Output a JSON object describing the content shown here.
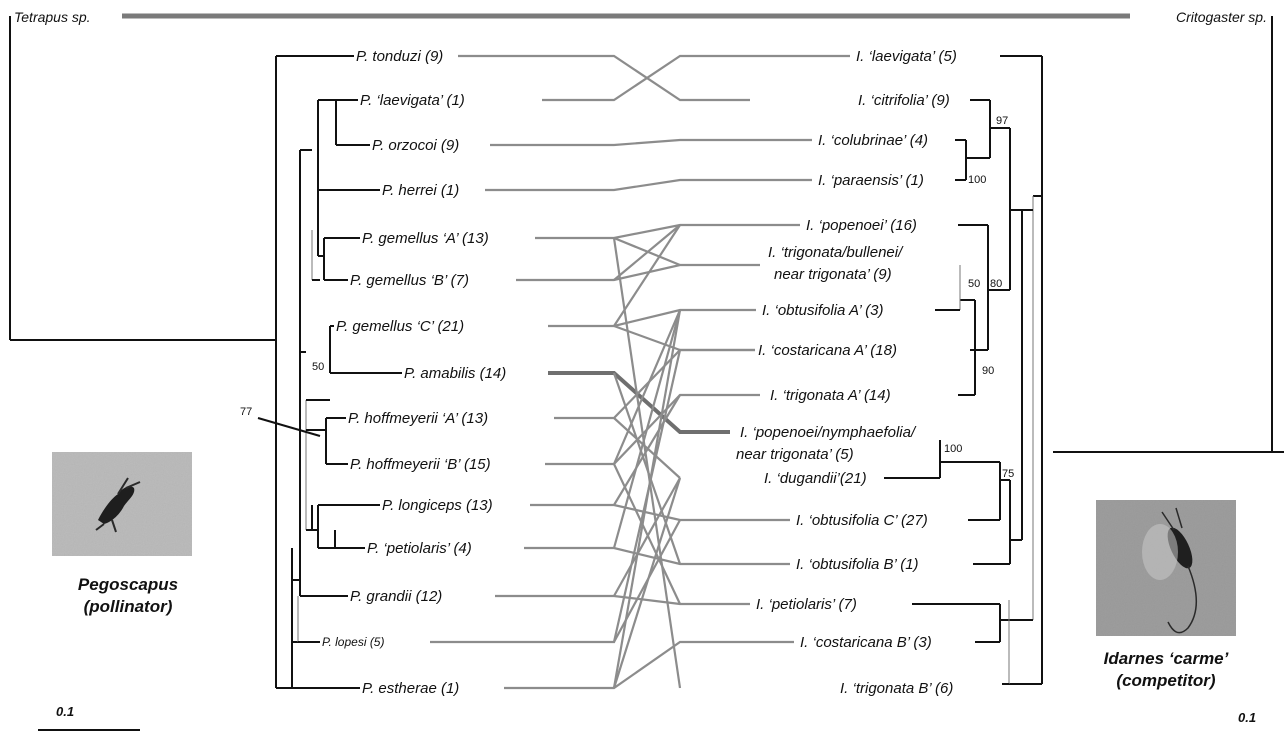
{
  "outgroups": {
    "left": "Tetrapus sp.",
    "right": "Critogaster sp."
  },
  "pollinators": [
    "P. tonduzi (9)",
    "P. ‘laevigata’ (1)",
    "P. orzocoi (9)",
    "P. herrei (1)",
    "P. gemellus ‘A’ (13)",
    "P. gemellus ‘B’ (7)",
    "P. gemellus ‘C’ (21)",
    "P. amabilis (14)",
    "P. hoffmeyerii ‘A’ (13)",
    "P. hoffmeyerii ‘B’ (15)",
    "P. longiceps (13)",
    "P. ‘petiolaris’ (4)",
    "P. grandii (12)",
    "P. lopesi (5)",
    "P. estherae (1)"
  ],
  "competitors": [
    {
      "lines": [
        "I. ‘laevigata’ (5)"
      ]
    },
    {
      "lines": [
        "I. ‘citrifolia’ (9)"
      ]
    },
    {
      "lines": [
        "I. ‘colubrinae’ (4)"
      ]
    },
    {
      "lines": [
        "I. ‘paraensis’ (1)"
      ]
    },
    {
      "lines": [
        "I. ‘popenoei’ (16)"
      ]
    },
    {
      "lines": [
        "I. ‘trigonata/bullenei/",
        "near trigonata’ (9)"
      ]
    },
    {
      "lines": [
        "I. ‘obtusifolia A’ (3)"
      ]
    },
    {
      "lines": [
        "I. ‘costaricana A’ (18)"
      ]
    },
    {
      "lines": [
        "I. ‘trigonata A’ (14)"
      ]
    },
    {
      "lines": [
        "I. ‘popenoei/nymphaefolia/",
        "near trigonata’ (5)"
      ]
    },
    {
      "lines": [
        "I. ‘dugandii’(21)"
      ]
    },
    {
      "lines": [
        "I. ‘obtusifolia C’ (27)"
      ]
    },
    {
      "lines": [
        "I. ‘obtusifolia B’ (1)"
      ]
    },
    {
      "lines": [
        "I. ‘petiolaris’ (7)"
      ]
    },
    {
      "lines": [
        "I. ‘costaricana B’ (3)"
      ]
    },
    {
      "lines": [
        "I. ‘trigonata B’ (6)"
      ]
    }
  ],
  "bootstrap": {
    "left_50": "50",
    "left_77": "77",
    "right_97": "97",
    "right_100a": "100",
    "right_50": "50",
    "right_80": "80",
    "right_90": "90",
    "right_100b": "100",
    "right_75": "75"
  },
  "captions": {
    "left": [
      "Pegoscapus",
      "(pollinator)"
    ],
    "right": [
      "Idarnes ‘carme’",
      "(competitor)"
    ]
  },
  "scale_bars": {
    "left": "0.1",
    "right": "0.1"
  },
  "colors": {
    "tree": "#111111",
    "association": "#8c8c8c",
    "association_bold": "#6f6f6f"
  }
}
